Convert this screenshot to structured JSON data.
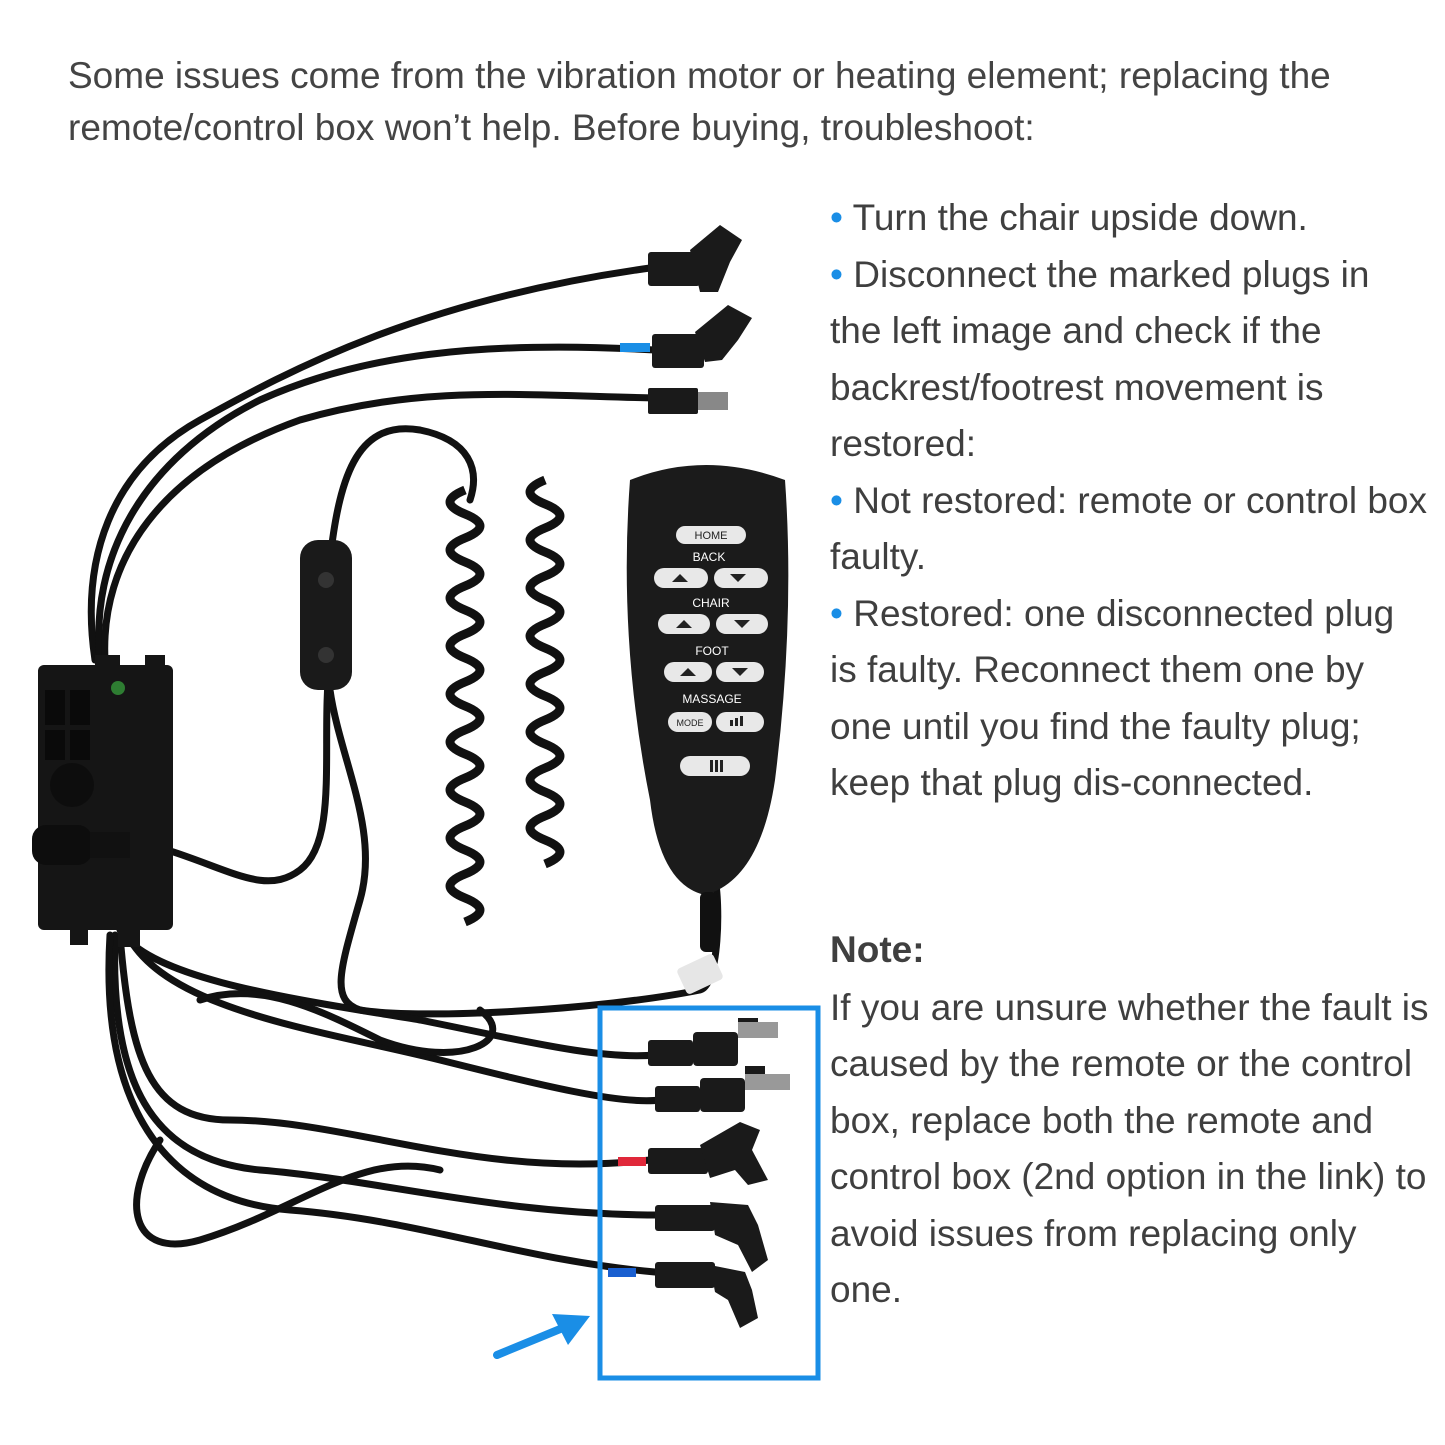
{
  "intro": "Some issues come from the vibration motor or heating element; replacing the remote/control box won’t help. Before buying, troubleshoot:",
  "bullet_marker": "•",
  "bullets": [
    "Turn the chair upside down.",
    "Disconnect the marked plugs in the left image and check if the backrest/footrest movement is restored:",
    "Not restored: remote or control box faulty.",
    "Restored: one disconnected plug is faulty. Reconnect them one by one until you find the faulty plug; keep that plug dis-connected."
  ],
  "note": {
    "title": "Note:",
    "text": "If you are unsure whether the fault is caused by the remote or the control box, replace both the remote and control box (2nd option in the link) to avoid issues from replacing only one."
  },
  "remote": {
    "home": "HOME",
    "back": "BACK",
    "chair": "CHAIR",
    "foot": "FOOT",
    "massage": "MASSAGE",
    "mode": "MODE"
  },
  "colors": {
    "accent_blue": "#1a8ee6",
    "highlight_box": "#1a8ee6",
    "cable": "#111111",
    "red_marker": "#e0283a"
  }
}
